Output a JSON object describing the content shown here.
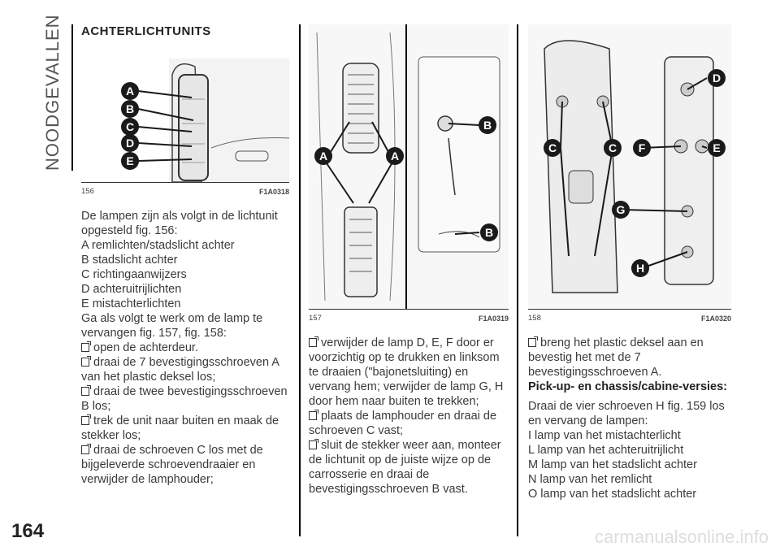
{
  "section": "NOODGEVALLEN",
  "page_number": "164",
  "watermark": "carmanualsonline.info",
  "col1": {
    "heading": "ACHTERLICHTUNITS",
    "fig": {
      "num": "156",
      "code": "F1A0318",
      "labels": [
        "A",
        "B",
        "C",
        "D",
        "E"
      ]
    },
    "intro": "De lampen zijn als volgt in de lichtunit opgesteld fig. 156:",
    "list": [
      "A remlichten/stadslicht achter",
      "B stadslicht achter",
      "C richtingaanwijzers",
      "D achteruitrijlichten",
      "E mistachterlichten"
    ],
    "proc": "Ga als volgt te werk om de lamp te vervangen fig. 157, fig. 158:",
    "bullets": [
      "open de achterdeur.",
      "draai de 7 bevestigingsschroeven A van het plastic deksel los;",
      "draai de twee bevestigingsschroeven B los;",
      "trek de unit naar buiten en maak de stekker los;",
      "draai de schroeven C los met de bijgeleverde schroevendraaier en verwijder de lamphouder;"
    ]
  },
  "col2": {
    "fig": {
      "num": "157",
      "code": "F1A0319",
      "labels": [
        "A",
        "A",
        "B",
        "B"
      ]
    },
    "bullets": [
      "verwijder de lamp D, E, F door er voorzichtig op te drukken en linksom te draaien (\"bajonetsluiting) en vervang hem; verwijder de lamp G, H door hem naar buiten te trekken;",
      "plaats de lamphouder en draai de schroeven C vast;",
      "sluit de stekker weer aan, monteer de lichtunit op de juiste wijze op de carrosserie en draai de bevestigingsschroeven B vast."
    ]
  },
  "col3": {
    "fig": {
      "num": "158",
      "code": "F1A0320",
      "labels": [
        "D",
        "C",
        "C",
        "F",
        "E",
        "G",
        "H"
      ]
    },
    "bullets": [
      "breng het plastic deksel aan en bevestig het met de 7 bevestigingsschroeven A."
    ],
    "subhead": "Pick-up- en chassis/cabine-versies:",
    "para": "Draai de vier schroeven H fig. 159 los en vervang de lampen:",
    "list": [
      "I lamp van het mistachterlicht",
      "L lamp van het achteruitrijlicht",
      "M lamp van het stadslicht achter",
      "N lamp van het remlicht",
      "O lamp van het stadslicht achter"
    ]
  }
}
